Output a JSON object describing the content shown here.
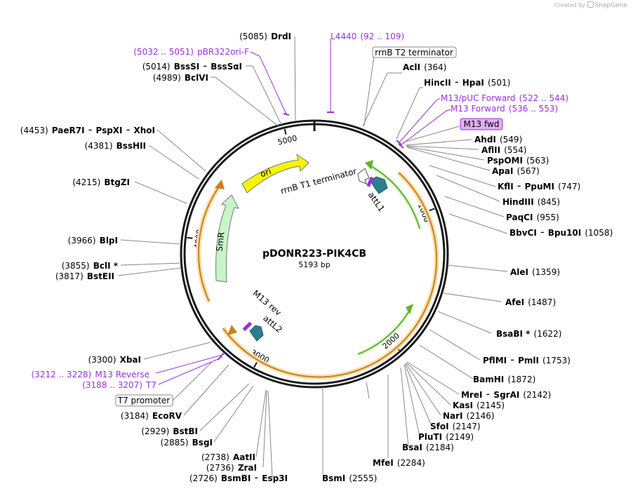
{
  "credit": {
    "prefix": "Created by",
    "brand": "SnapGene"
  },
  "plasmid": {
    "name": "pDONR223-PIK4CB",
    "length_label": "5193 bp",
    "length": 5193
  },
  "ticks": [
    {
      "pos": 1000,
      "label": "1000"
    },
    {
      "pos": 2000,
      "label": "2000"
    },
    {
      "pos": 3000,
      "label": "3000"
    },
    {
      "pos": 4000,
      "label": "4000"
    },
    {
      "pos": 5000,
      "label": "5000"
    }
  ],
  "features": {
    "ori": "ori",
    "SmR": "SmR",
    "rrnB_T1": "rrnB T1 terminator",
    "attL1": "attL1",
    "M13_rev": "M13 rev",
    "attL2": "attL2",
    "rrnB_T2_box": "rrnB T2 terminator",
    "T7_promoter_box": "T7 promoter",
    "M13_fwd_box": "M13 fwd"
  },
  "right_sites": [
    {
      "name": "AclI",
      "pos": "(364)"
    },
    {
      "name": "HincII",
      "name2": "HpaI",
      "pos": "(501)"
    },
    {
      "name": "AhdI",
      "pos": "(549)"
    },
    {
      "name": "AflII",
      "pos": "(554)"
    },
    {
      "name": "PspOMI",
      "pos": "(563)"
    },
    {
      "name": "ApaI",
      "pos": "(567)"
    },
    {
      "name": "KflI",
      "name2": "PpuMI",
      "pos": "(747)"
    },
    {
      "name": "HindIII",
      "pos": "(845)"
    },
    {
      "name": "PaqCI",
      "pos": "(955)"
    },
    {
      "name": "BbvCI",
      "name2": "Bpu10I",
      "pos": "(1058)"
    },
    {
      "name": "AleI",
      "pos": "(1359)"
    },
    {
      "name": "AfeI",
      "pos": "(1487)"
    },
    {
      "name": "BsaBI *",
      "pos": "(1622)"
    },
    {
      "name": "PflMI",
      "name2": "PmlI",
      "pos": "(1753)"
    },
    {
      "name": "BamHI",
      "pos": "(1872)"
    },
    {
      "name": "MreI",
      "name2": "SgrAI",
      "pos": "(2142)"
    },
    {
      "name": "KasI",
      "pos": "(2145)"
    },
    {
      "name": "NarI",
      "pos": "(2146)"
    },
    {
      "name": "SfoI",
      "pos": "(2147)"
    },
    {
      "name": "PluTI",
      "pos": "(2149)"
    },
    {
      "name": "BsaI",
      "pos": "(2184)"
    },
    {
      "name": "MfeI",
      "pos": "(2284)"
    },
    {
      "name": "BsmI",
      "pos": "(2555)"
    }
  ],
  "left_sites": [
    {
      "name": "DrdI",
      "pos": "(5085)"
    },
    {
      "name": "BssSI",
      "name2": "BssSαI",
      "pos": "(5014)"
    },
    {
      "name": "BclVI",
      "pos": "(4989)"
    },
    {
      "name": "PaeR7I",
      "name2": "PspXI",
      "name3": "XhoI",
      "pos": "(4453)"
    },
    {
      "name": "BssHII",
      "pos": "(4381)"
    },
    {
      "name": "BtgZI",
      "pos": "(4215)"
    },
    {
      "name": "BlpI",
      "pos": "(3966)"
    },
    {
      "name": "BclI *",
      "pos": "(3855)"
    },
    {
      "name": "BstEII",
      "pos": "(3817)"
    },
    {
      "name": "XbaI",
      "pos": "(3300)"
    },
    {
      "name": "EcoRV",
      "pos": "(3184)"
    },
    {
      "name": "BstBI",
      "pos": "(2929)"
    },
    {
      "name": "BsgI",
      "pos": "(2885)"
    },
    {
      "name": "AatII",
      "pos": "(2738)"
    },
    {
      "name": "ZraI",
      "pos": "(2736)"
    },
    {
      "name": "BsmBI",
      "name2": "Esp3I",
      "pos": "(2726)"
    }
  ],
  "primers": [
    {
      "name": "L4440",
      "range": "(92 .. 109)"
    },
    {
      "name": "pBR322ori-F",
      "range": "(5032 .. 5051)"
    },
    {
      "name": "M13/pUC Forward",
      "range": "(522 .. 544)"
    },
    {
      "name": "M13 Forward",
      "range": "(536 .. 553)"
    },
    {
      "name": "M13 Reverse",
      "range": "(3212 .. 3228)"
    },
    {
      "name": "T7",
      "range": "(3188 .. 3207)"
    }
  ],
  "colors": {
    "backbone": "#1a1a1a",
    "ori": "#f5f500",
    "SmR": "#c8f5c8",
    "att": "#2a7f8f",
    "orf_outline": "#f4c27a",
    "orf_arrow": "#c9811e",
    "green_arrow": "#5fb52a",
    "primer": "#9b30d9",
    "primer_box": "#e0aef5"
  }
}
